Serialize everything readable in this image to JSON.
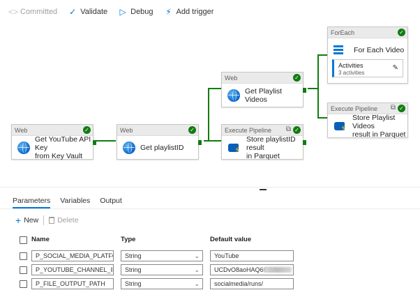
{
  "toolbar": {
    "committed_label": "Committed",
    "validate_label": "Validate",
    "debug_label": "Debug",
    "add_trigger_label": "Add trigger"
  },
  "activities": {
    "get_api_key": {
      "type": "Web",
      "name_line1": "Get YouTube API Key",
      "name_line2": "from Key Vault"
    },
    "get_playlist_id": {
      "type": "Web",
      "name": "Get playlistID"
    },
    "get_playlist_videos": {
      "type": "Web",
      "name": "Get Playlist Videos"
    },
    "store_playlist_id": {
      "type": "Execute Pipeline",
      "name_line1": "Store playlistID result",
      "name_line2": "in Parquet"
    },
    "foreach": {
      "type": "ForEach",
      "name": "For Each Video",
      "inner_title": "Activities",
      "inner_sub": "3 activities"
    },
    "store_videos": {
      "type": "Execute Pipeline",
      "name_line1": "Store Playlist Videos",
      "name_line2": "result in Parquet"
    }
  },
  "panel": {
    "tabs": [
      "Parameters",
      "Variables",
      "Output"
    ],
    "active_tab": "Parameters",
    "new_label": "New",
    "delete_label": "Delete",
    "columns": {
      "name": "Name",
      "type": "Type",
      "default": "Default value"
    },
    "params": [
      {
        "name": "P_SOCIAL_MEDIA_PLATFORM",
        "type": "String",
        "default": "YouTube"
      },
      {
        "name": "P_YOUTUBE_CHANNEL_ID",
        "type": "String",
        "default": "UCDvO8aoHAQ6OSA"
      },
      {
        "name": "P_FILE_OUTPUT_PATH",
        "type": "String",
        "default": "socialmedia/runs/"
      }
    ]
  },
  "colors": {
    "accent": "#0078d4",
    "success": "#107c10"
  }
}
